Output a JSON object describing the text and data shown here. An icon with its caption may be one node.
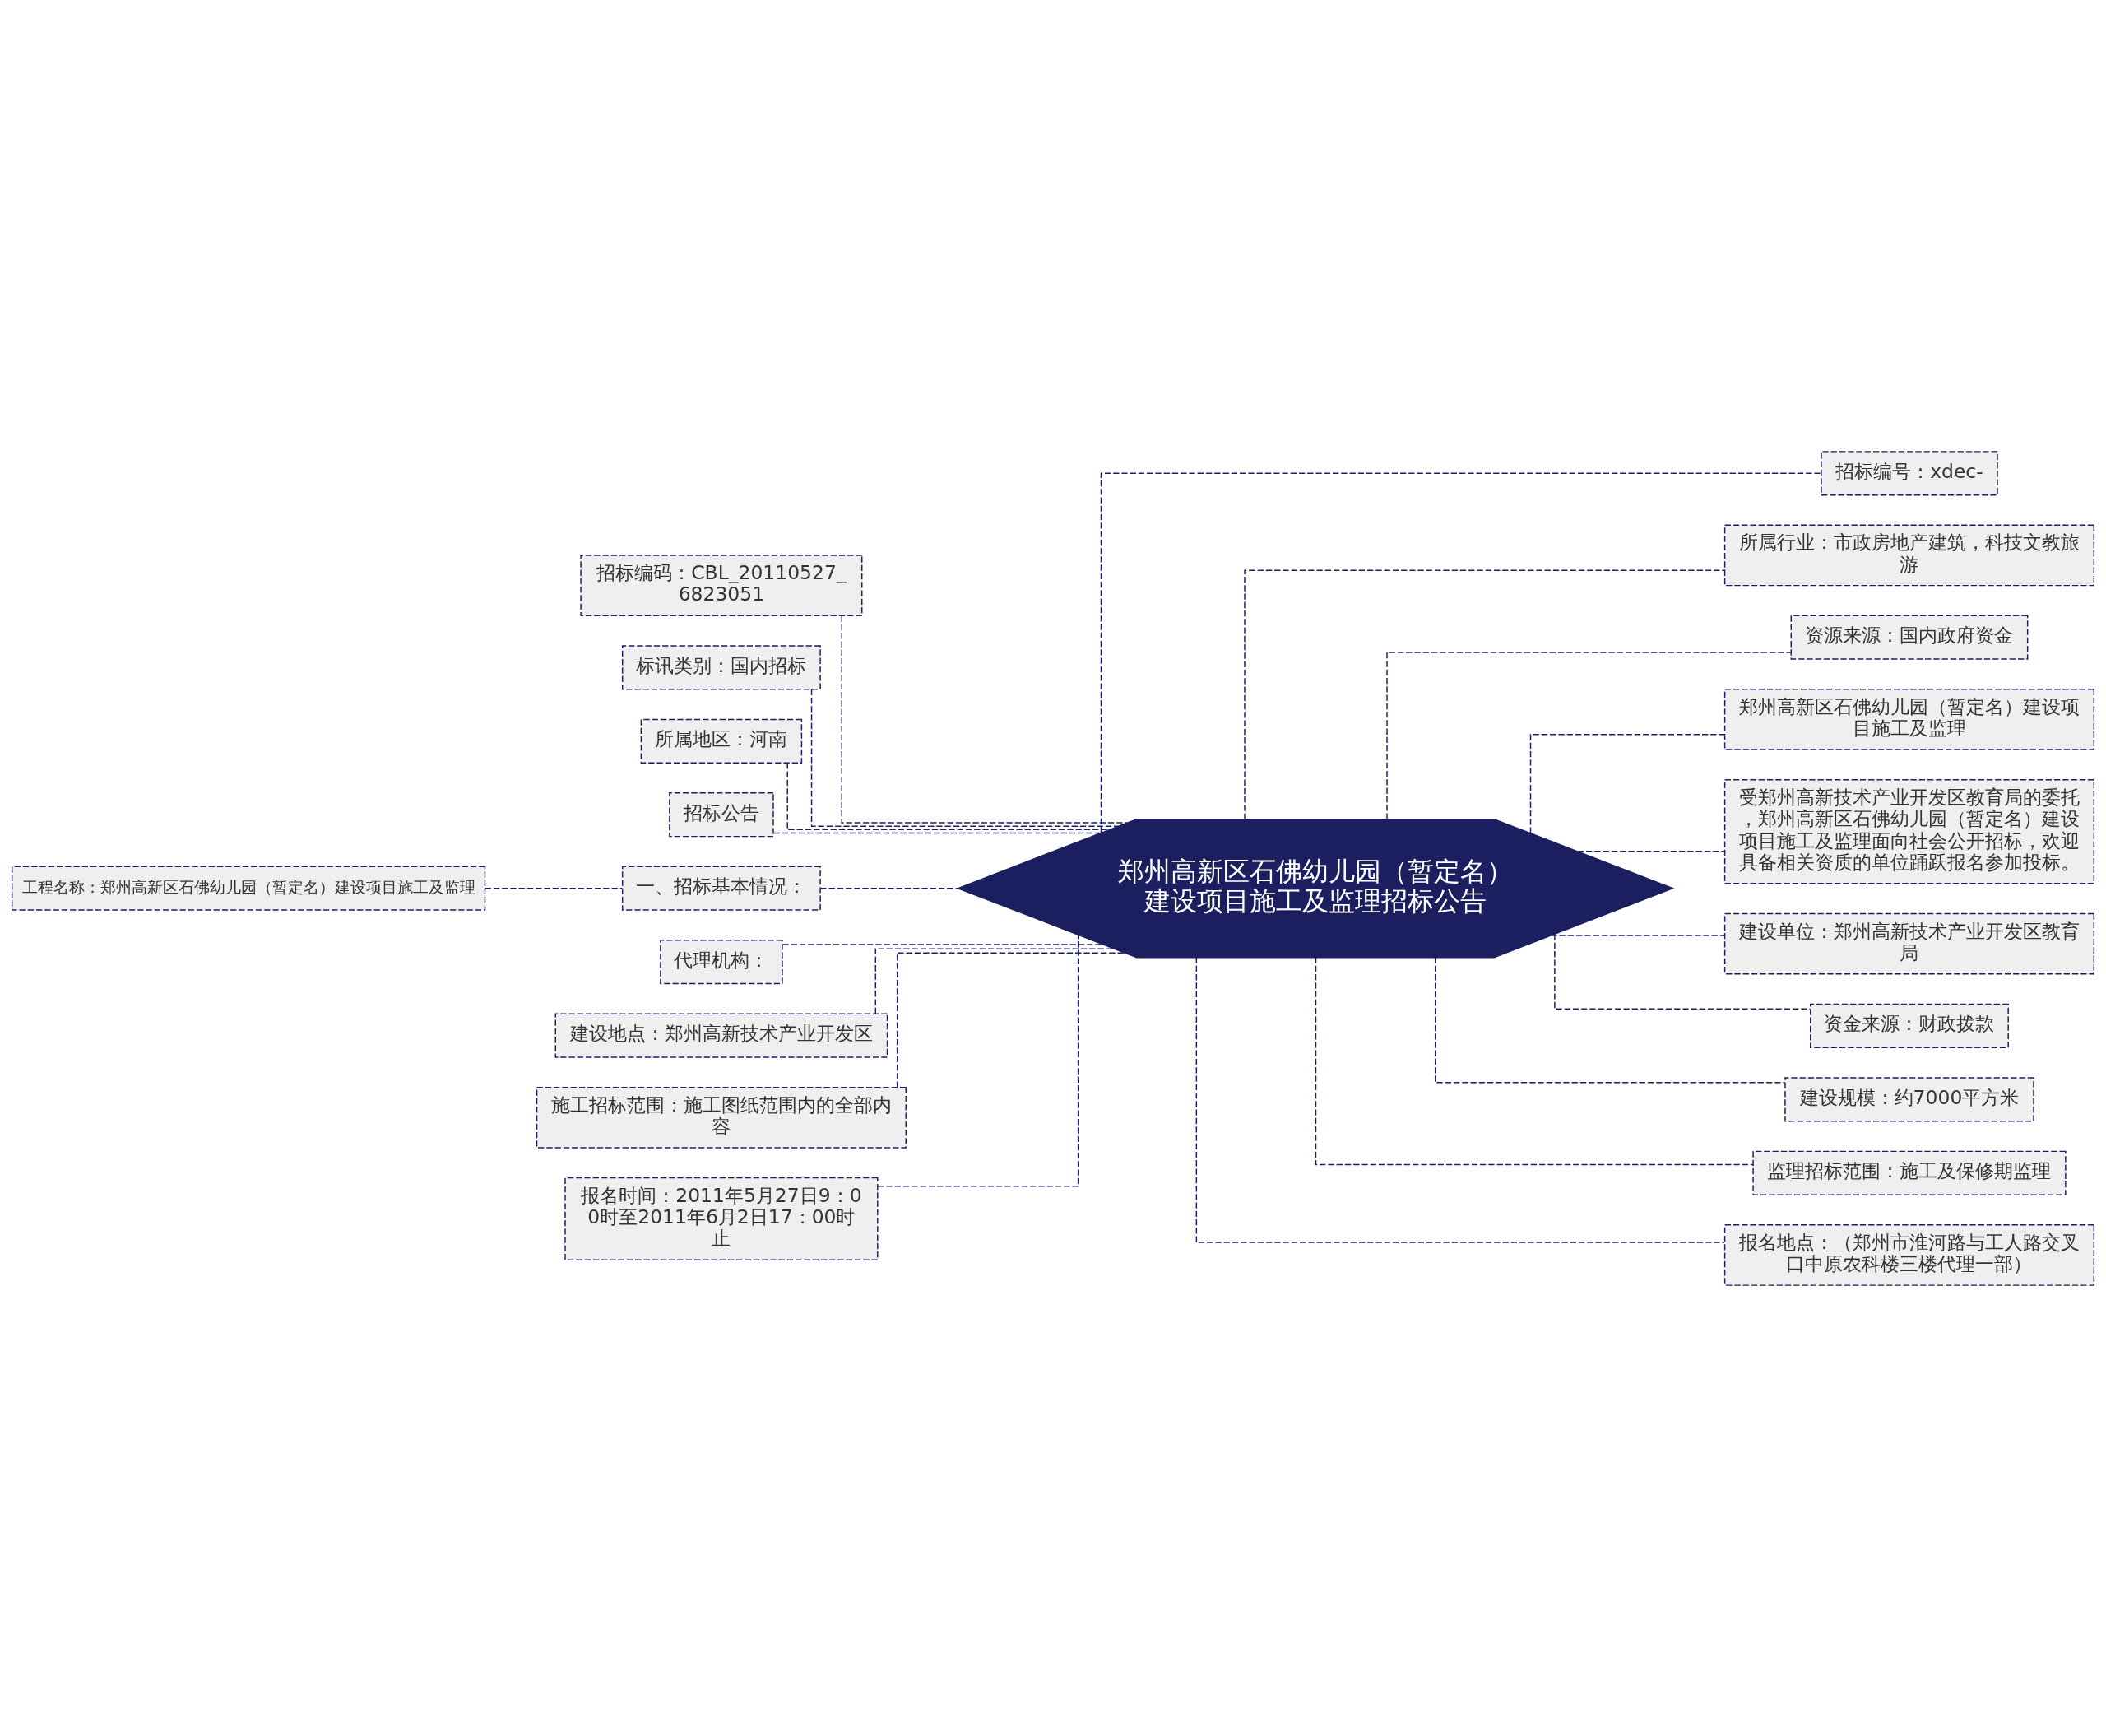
{
  "diagram": {
    "nodes": [
      {
        "text": [
          "郑州高新区石佛幼儿园（暂定名）建设项目施工及监理招标公告"
        ]
      },
      {
        "text": [
          "招标编码：CBL_20110527_6823051"
        ]
      },
      {
        "text": [
          "标讯类别：国内招标"
        ]
      },
      {
        "text": [
          "所属地区：河南"
        ]
      },
      {
        "text": [
          "招标公告"
        ]
      },
      {
        "text": [
          "一、招标基本情况："
        ]
      },
      {
        "text": [
          "工程名称：郑州高新区石佛幼儿园（暂定名）建设项目施工及监理"
        ]
      },
      {
        "text": [
          "代理机构："
        ]
      },
      {
        "text": [
          "建设地点：郑州高新技术产业开发区"
        ]
      },
      {
        "text": [
          "施工招标范围：施工图纸范围内的全部内容"
        ]
      },
      {
        "text": [
          "报名时间：2011年5月27日9：00时至2011年6月2日17：00时止"
        ]
      },
      {
        "text": [
          "招标编号：xdec-"
        ]
      },
      {
        "text": [
          "所属行业：市政房地产建筑，科技文教旅游"
        ]
      },
      {
        "text": [
          "资源来源：国内政府资金"
        ]
      },
      {
        "text": [
          "郑州高新区石佛幼儿园（暂定名）建设项目施工及监理"
        ]
      },
      {
        "text": [
          "受郑州高新技术产业开发区教育局的委托，郑州高新区石佛幼儿园（暂定名）建设项目施工及监理面向社会公开招标，欢迎具备相关资质的单位踊跃报名参加投标。"
        ]
      },
      {
        "text": [
          "建设单位：郑州高新技术产业开发区教育局"
        ]
      },
      {
        "text": [
          "资金来源：财政拨款"
        ]
      },
      {
        "text": [
          "建设规模：约7000平方米"
        ]
      },
      {
        "text": [
          "监理招标范围：施工及保修期监理"
        ]
      },
      {
        "text": [
          "报名地点：（郑州市淮河路与工人路交叉口中原农科楼三楼代理一部）"
        ]
      }
    ],
    "edges": [
      {
        "from": 1,
        "to": 0,
        "arrow": "none",
        "style": "dashed"
      },
      {
        "from": 2,
        "to": 0,
        "arrow": "none",
        "style": "dashed"
      },
      {
        "from": 3,
        "to": 0,
        "arrow": "none",
        "style": "dashed"
      },
      {
        "from": 4,
        "to": 0,
        "arrow": "none",
        "style": "dashed"
      },
      {
        "from": 5,
        "to": 0,
        "arrow": "none",
        "style": "dashed"
      },
      {
        "from": 6,
        "to": 5,
        "arrow": "none",
        "style": "dashed"
      },
      {
        "from": 7,
        "to": 0,
        "arrow": "none",
        "style": "dashed"
      },
      {
        "from": 8,
        "to": 0,
        "arrow": "none",
        "style": "dashed"
      },
      {
        "from": 9,
        "to": 0,
        "arrow": "none",
        "style": "dashed"
      },
      {
        "from": 10,
        "to": 0,
        "arrow": "none",
        "style": "dashed"
      },
      {
        "from": 0,
        "to": 11,
        "arrow": "none",
        "style": "dashed"
      },
      {
        "from": 0,
        "to": 12,
        "arrow": "none",
        "style": "dashed"
      },
      {
        "from": 0,
        "to": 13,
        "arrow": "none",
        "style": "dashed"
      },
      {
        "from": 0,
        "to": 14,
        "arrow": "none",
        "style": "dashed"
      },
      {
        "from": 0,
        "to": 15,
        "arrow": "none",
        "style": "dashed"
      },
      {
        "from": 0,
        "to": 16,
        "arrow": "none",
        "style": "dashed"
      },
      {
        "from": 0,
        "to": 17,
        "arrow": "none",
        "style": "dashed"
      },
      {
        "from": 0,
        "to": 18,
        "arrow": "none",
        "style": "dashed"
      },
      {
        "from": 0,
        "to": 19,
        "arrow": "none",
        "style": "dashed"
      },
      {
        "from": 0,
        "to": 20,
        "arrow": "none",
        "style": "dashed"
      }
    ]
  }
}
